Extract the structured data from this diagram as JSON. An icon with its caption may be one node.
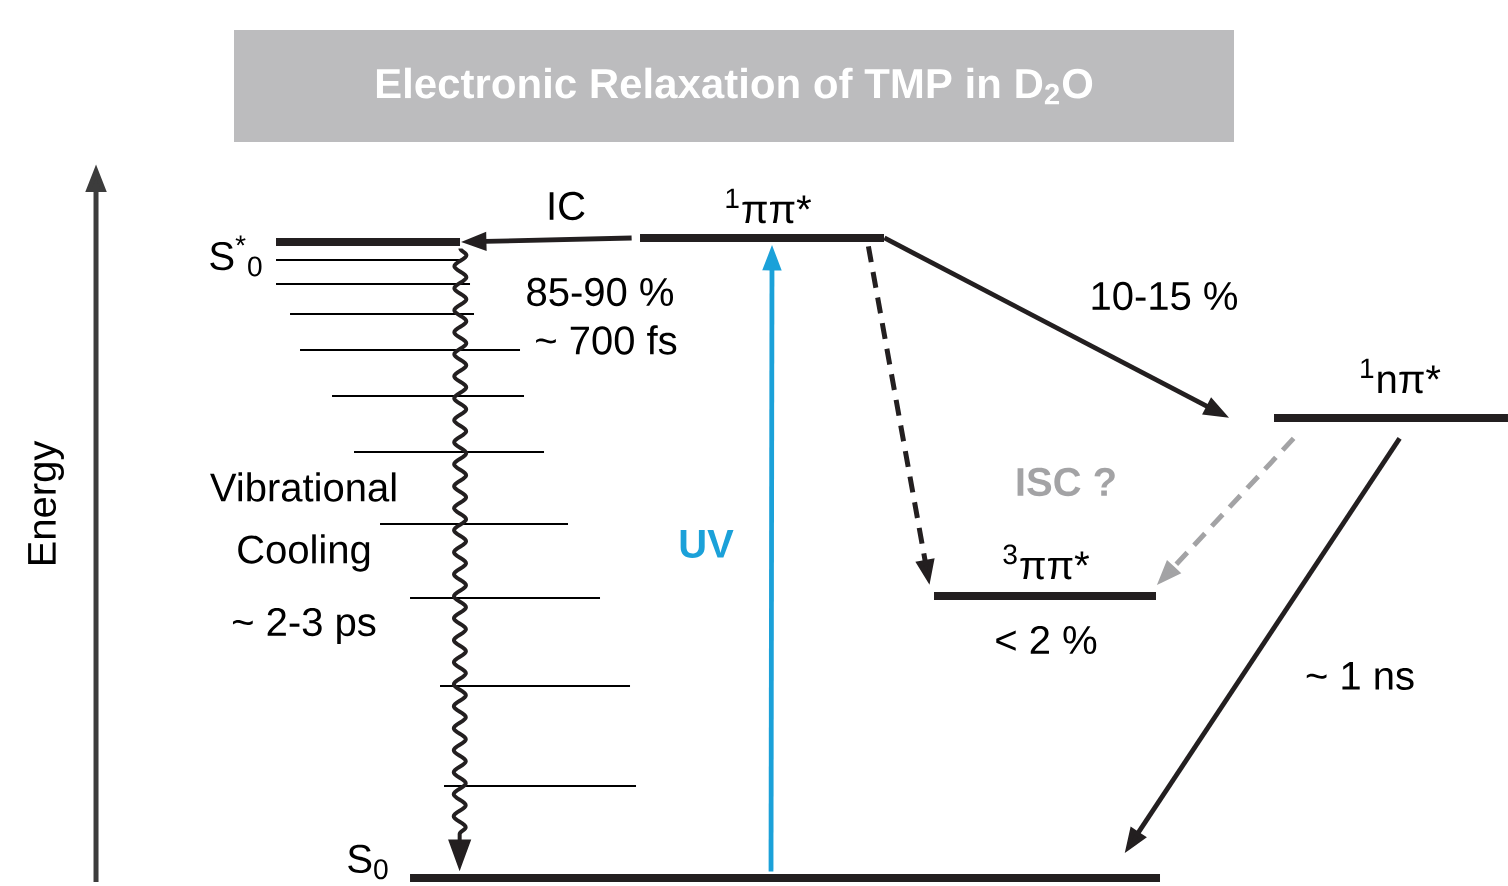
{
  "diagram": {
    "title": "Electronic Relaxation of TMP in D$_{2}$O",
    "nodes": [
      {
        "text": [
          "S$^{*}$$_{0}$"
        ]
      },
      {
        "text": [
          "$^{1}$ππ*"
        ]
      },
      {
        "text": [
          "$^{1}$nπ*"
        ]
      },
      {
        "text": [
          "$^{3}$ππ*"
        ],
        "beside": [
          "< 2 %"
        ]
      },
      {
        "text": [
          "S$_{0}$"
        ]
      }
    ],
    "edges": [
      {
        "from": 1,
        "to": 0,
        "arrow": "to",
        "label": "IC"
      },
      {
        "from": 1,
        "to": 2,
        "arrow": "to",
        "label": "10-15 %"
      },
      {
        "from": 1,
        "to": 3,
        "arrow": "to",
        "style": "dashed"
      },
      {
        "from": 2,
        "to": 3,
        "arrow": "to",
        "style": "dashed",
        "color": "#a3a3a5",
        "label": "ISC ?"
      },
      {
        "from": 2,
        "to": 4,
        "arrow": "to"
      },
      {
        "from": 4,
        "to": 1,
        "arrow": "to",
        "color": "#1ba1d9",
        "label": "UV"
      },
      {
        "from": 0,
        "to": 4,
        "arrow": "to"
      }
    ],
    "labels": [
      "Energy",
      "85-90 %",
      "~ 700 fs",
      "Vibrational Cooling",
      "~ 2-3 ps",
      "~ 1 ns"
    ]
  }
}
